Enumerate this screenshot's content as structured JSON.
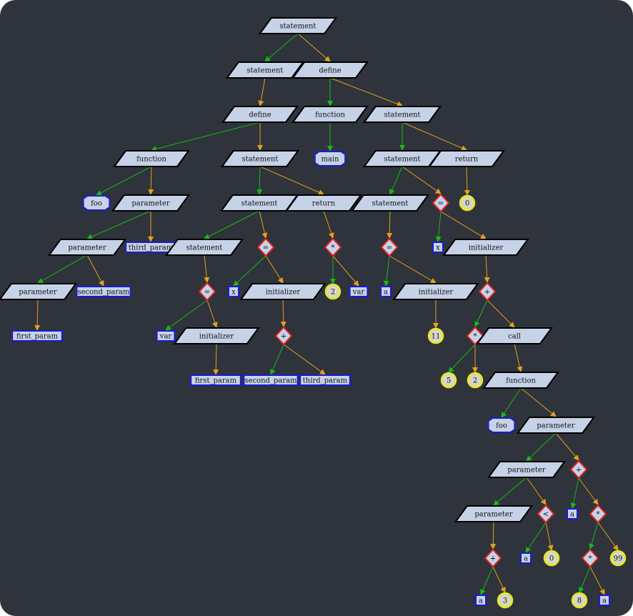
{
  "diagram": {
    "colors": {
      "background": "#2f333b",
      "node_fill": "#c6d2e7",
      "node_border": "#000000",
      "ident_border": "#1a1ad8",
      "op_border": "#e02020",
      "const_fill": "#d6d7c6",
      "const_border": "#e8e81c",
      "edge_first": "#18b818",
      "edge_second": "#e2a21d"
    },
    "nodes": [
      {
        "id": "n1",
        "label": "statement",
        "shape": "parallelogram"
      },
      {
        "id": "n2",
        "label": "statement",
        "shape": "parallelogram"
      },
      {
        "id": "n3",
        "label": "define",
        "shape": "parallelogram"
      },
      {
        "id": "n4",
        "label": "define",
        "shape": "parallelogram"
      },
      {
        "id": "n5",
        "label": "function",
        "shape": "parallelogram"
      },
      {
        "id": "n6",
        "label": "statement",
        "shape": "parallelogram"
      },
      {
        "id": "n7",
        "label": "function",
        "shape": "parallelogram"
      },
      {
        "id": "n8",
        "label": "statement",
        "shape": "parallelogram"
      },
      {
        "id": "n9",
        "label": "main",
        "shape": "octagon"
      },
      {
        "id": "n10",
        "label": "foo",
        "shape": "octagon"
      },
      {
        "id": "n11",
        "label": "parameter",
        "shape": "parallelogram"
      },
      {
        "id": "n12",
        "label": "statement",
        "shape": "parallelogram"
      },
      {
        "id": "n13",
        "label": "return",
        "shape": "parallelogram"
      },
      {
        "id": "n14",
        "label": "statement",
        "shape": "parallelogram"
      },
      {
        "id": "n15",
        "label": "return",
        "shape": "parallelogram"
      },
      {
        "id": "n16",
        "label": "parameter",
        "shape": "parallelogram"
      },
      {
        "id": "n17",
        "label": "third_param",
        "shape": "box"
      },
      {
        "id": "n18",
        "label": "statement",
        "shape": "parallelogram"
      },
      {
        "id": "n19",
        "label": "=",
        "shape": "diamond"
      },
      {
        "id": "n20",
        "label": "*",
        "shape": "diamond"
      },
      {
        "id": "n21",
        "label": "statement",
        "shape": "parallelogram"
      },
      {
        "id": "n22",
        "label": "=",
        "shape": "diamond"
      },
      {
        "id": "n23",
        "label": "0",
        "shape": "circle"
      },
      {
        "id": "n24",
        "label": "parameter",
        "shape": "parallelogram"
      },
      {
        "id": "n25",
        "label": "second_param",
        "shape": "box"
      },
      {
        "id": "n26",
        "label": "=",
        "shape": "diamond"
      },
      {
        "id": "n27",
        "label": "x",
        "shape": "box"
      },
      {
        "id": "n28",
        "label": "initializer",
        "shape": "parallelogram"
      },
      {
        "id": "n29",
        "label": "2",
        "shape": "circle"
      },
      {
        "id": "n30",
        "label": "var",
        "shape": "box"
      },
      {
        "id": "n31",
        "label": "=",
        "shape": "diamond"
      },
      {
        "id": "n32",
        "label": "x",
        "shape": "box"
      },
      {
        "id": "n33",
        "label": "initializer",
        "shape": "parallelogram"
      },
      {
        "id": "n34",
        "label": "first_param",
        "shape": "box"
      },
      {
        "id": "n35",
        "label": "var",
        "shape": "box"
      },
      {
        "id": "n36",
        "label": "initializer",
        "shape": "parallelogram"
      },
      {
        "id": "n37",
        "label": "+",
        "shape": "diamond"
      },
      {
        "id": "n38",
        "label": "a",
        "shape": "box"
      },
      {
        "id": "n39",
        "label": "initializer",
        "shape": "parallelogram"
      },
      {
        "id": "n40",
        "label": "+",
        "shape": "diamond"
      },
      {
        "id": "n41",
        "label": "first_param",
        "shape": "box"
      },
      {
        "id": "n42",
        "label": "second_param",
        "shape": "box"
      },
      {
        "id": "n43",
        "label": "third_param",
        "shape": "box"
      },
      {
        "id": "n44",
        "label": "11",
        "shape": "circle"
      },
      {
        "id": "n45",
        "label": "*",
        "shape": "diamond"
      },
      {
        "id": "n46",
        "label": "call",
        "shape": "parallelogram"
      },
      {
        "id": "n47",
        "label": "5",
        "shape": "circle"
      },
      {
        "id": "n48",
        "label": "2",
        "shape": "circle"
      },
      {
        "id": "n49",
        "label": "function",
        "shape": "parallelogram"
      },
      {
        "id": "n50",
        "label": "foo",
        "shape": "octagon"
      },
      {
        "id": "n51",
        "label": "parameter",
        "shape": "parallelogram"
      },
      {
        "id": "n52",
        "label": "parameter",
        "shape": "parallelogram"
      },
      {
        "id": "n53",
        "label": "+",
        "shape": "diamond"
      },
      {
        "id": "n54",
        "label": "parameter",
        "shape": "parallelogram"
      },
      {
        "id": "n55",
        "label": "<",
        "shape": "diamond"
      },
      {
        "id": "n56",
        "label": "a",
        "shape": "box"
      },
      {
        "id": "n57",
        "label": "*",
        "shape": "diamond"
      },
      {
        "id": "n58",
        "label": "+",
        "shape": "diamond"
      },
      {
        "id": "n59",
        "label": "a",
        "shape": "box"
      },
      {
        "id": "n60",
        "label": "0",
        "shape": "circle"
      },
      {
        "id": "n61",
        "label": "*",
        "shape": "diamond"
      },
      {
        "id": "n62",
        "label": "99",
        "shape": "circle"
      },
      {
        "id": "n63",
        "label": "a",
        "shape": "box"
      },
      {
        "id": "n64",
        "label": "3",
        "shape": "circle"
      },
      {
        "id": "n65",
        "label": "8",
        "shape": "circle"
      },
      {
        "id": "n66",
        "label": "a",
        "shape": "box"
      }
    ],
    "edges": [
      {
        "from": "n1",
        "to": "n2",
        "kind": "first"
      },
      {
        "from": "n1",
        "to": "n4",
        "kind": "second"
      },
      {
        "from": "n2",
        "to": "n3",
        "kind": "second"
      },
      {
        "from": "n3",
        "to": "n5",
        "kind": "first"
      },
      {
        "from": "n3",
        "to": "n6",
        "kind": "second"
      },
      {
        "from": "n4",
        "to": "n7",
        "kind": "first"
      },
      {
        "from": "n4",
        "to": "n8",
        "kind": "second"
      },
      {
        "from": "n7",
        "to": "n9",
        "kind": "first"
      },
      {
        "from": "n5",
        "to": "n10",
        "kind": "first"
      },
      {
        "from": "n5",
        "to": "n11",
        "kind": "second"
      },
      {
        "from": "n6",
        "to": "n12",
        "kind": "first"
      },
      {
        "from": "n6",
        "to": "n13",
        "kind": "second"
      },
      {
        "from": "n8",
        "to": "n14",
        "kind": "first"
      },
      {
        "from": "n8",
        "to": "n15",
        "kind": "second"
      },
      {
        "from": "n11",
        "to": "n16",
        "kind": "first"
      },
      {
        "from": "n11",
        "to": "n17",
        "kind": "second"
      },
      {
        "from": "n12",
        "to": "n18",
        "kind": "first"
      },
      {
        "from": "n12",
        "to": "n19",
        "kind": "second"
      },
      {
        "from": "n13",
        "to": "n20",
        "kind": "second"
      },
      {
        "from": "n14",
        "to": "n21",
        "kind": "first"
      },
      {
        "from": "n14",
        "to": "n22",
        "kind": "second"
      },
      {
        "from": "n15",
        "to": "n23",
        "kind": "second"
      },
      {
        "from": "n16",
        "to": "n24",
        "kind": "first"
      },
      {
        "from": "n16",
        "to": "n25",
        "kind": "second"
      },
      {
        "from": "n18",
        "to": "n26",
        "kind": "second"
      },
      {
        "from": "n19",
        "to": "n27",
        "kind": "first"
      },
      {
        "from": "n19",
        "to": "n28",
        "kind": "second"
      },
      {
        "from": "n20",
        "to": "n29",
        "kind": "first"
      },
      {
        "from": "n20",
        "to": "n30",
        "kind": "second"
      },
      {
        "from": "n21",
        "to": "n31",
        "kind": "second"
      },
      {
        "from": "n22",
        "to": "n32",
        "kind": "first"
      },
      {
        "from": "n22",
        "to": "n33",
        "kind": "second"
      },
      {
        "from": "n24",
        "to": "n34",
        "kind": "second"
      },
      {
        "from": "n26",
        "to": "n35",
        "kind": "first"
      },
      {
        "from": "n26",
        "to": "n36",
        "kind": "second"
      },
      {
        "from": "n28",
        "to": "n37",
        "kind": "second"
      },
      {
        "from": "n31",
        "to": "n38",
        "kind": "first"
      },
      {
        "from": "n31",
        "to": "n39",
        "kind": "second"
      },
      {
        "from": "n33",
        "to": "n40",
        "kind": "second"
      },
      {
        "from": "n36",
        "to": "n41",
        "kind": "second"
      },
      {
        "from": "n37",
        "to": "n42",
        "kind": "first"
      },
      {
        "from": "n37",
        "to": "n43",
        "kind": "second"
      },
      {
        "from": "n39",
        "to": "n44",
        "kind": "second"
      },
      {
        "from": "n40",
        "to": "n45",
        "kind": "first"
      },
      {
        "from": "n40",
        "to": "n46",
        "kind": "second"
      },
      {
        "from": "n45",
        "to": "n47",
        "kind": "first"
      },
      {
        "from": "n45",
        "to": "n48",
        "kind": "second"
      },
      {
        "from": "n46",
        "to": "n49",
        "kind": "second"
      },
      {
        "from": "n49",
        "to": "n50",
        "kind": "first"
      },
      {
        "from": "n49",
        "to": "n51",
        "kind": "second"
      },
      {
        "from": "n51",
        "to": "n52",
        "kind": "first"
      },
      {
        "from": "n51",
        "to": "n53",
        "kind": "second"
      },
      {
        "from": "n52",
        "to": "n54",
        "kind": "first"
      },
      {
        "from": "n52",
        "to": "n55",
        "kind": "second"
      },
      {
        "from": "n53",
        "to": "n56",
        "kind": "first"
      },
      {
        "from": "n53",
        "to": "n57",
        "kind": "second"
      },
      {
        "from": "n54",
        "to": "n58",
        "kind": "second"
      },
      {
        "from": "n55",
        "to": "n59",
        "kind": "first"
      },
      {
        "from": "n55",
        "to": "n60",
        "kind": "second"
      },
      {
        "from": "n57",
        "to": "n61",
        "kind": "first"
      },
      {
        "from": "n57",
        "to": "n62",
        "kind": "second"
      },
      {
        "from": "n58",
        "to": "n63",
        "kind": "first"
      },
      {
        "from": "n58",
        "to": "n64",
        "kind": "second"
      },
      {
        "from": "n61",
        "to": "n65",
        "kind": "first"
      },
      {
        "from": "n61",
        "to": "n66",
        "kind": "second"
      }
    ]
  }
}
